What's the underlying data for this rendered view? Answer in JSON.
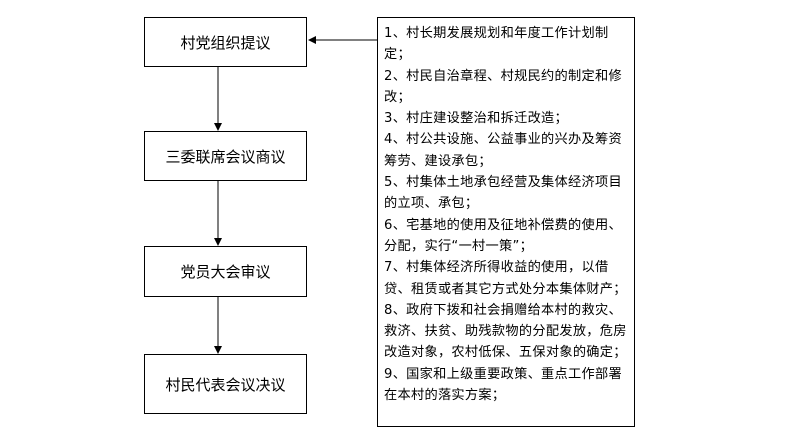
{
  "flow": {
    "steps": [
      "村党组织提议",
      "三委联席会议商议",
      "党员大会审议",
      "村民代表会议决议"
    ]
  },
  "matters": [
    "1、村长期发展规划和年度工作计划制定；",
    "2、村民自治章程、村规民约的制定和修改；",
    "3、村庄建设整治和拆迁改造；",
    "4、村公共设施、公益事业的兴办及筹资筹劳、建设承包；",
    "5、村集体土地承包经营及集体经济项目的立项、承包；",
    "6、宅基地的使用及征地补偿费的使用、分配，实行“一村一策”；",
    "7、村集体经济所得收益的使用，以借贷、租赁或者其它方式处分本集体财产；",
    "8、政府下拨和社会捐赠给本村的救灾、救济、扶贫、助残款物的分配发放，危房改造对象，农村低保、五保对象的确定；",
    "9、国家和上级重要政策、重点工作部署在本村的落实方案；"
  ]
}
